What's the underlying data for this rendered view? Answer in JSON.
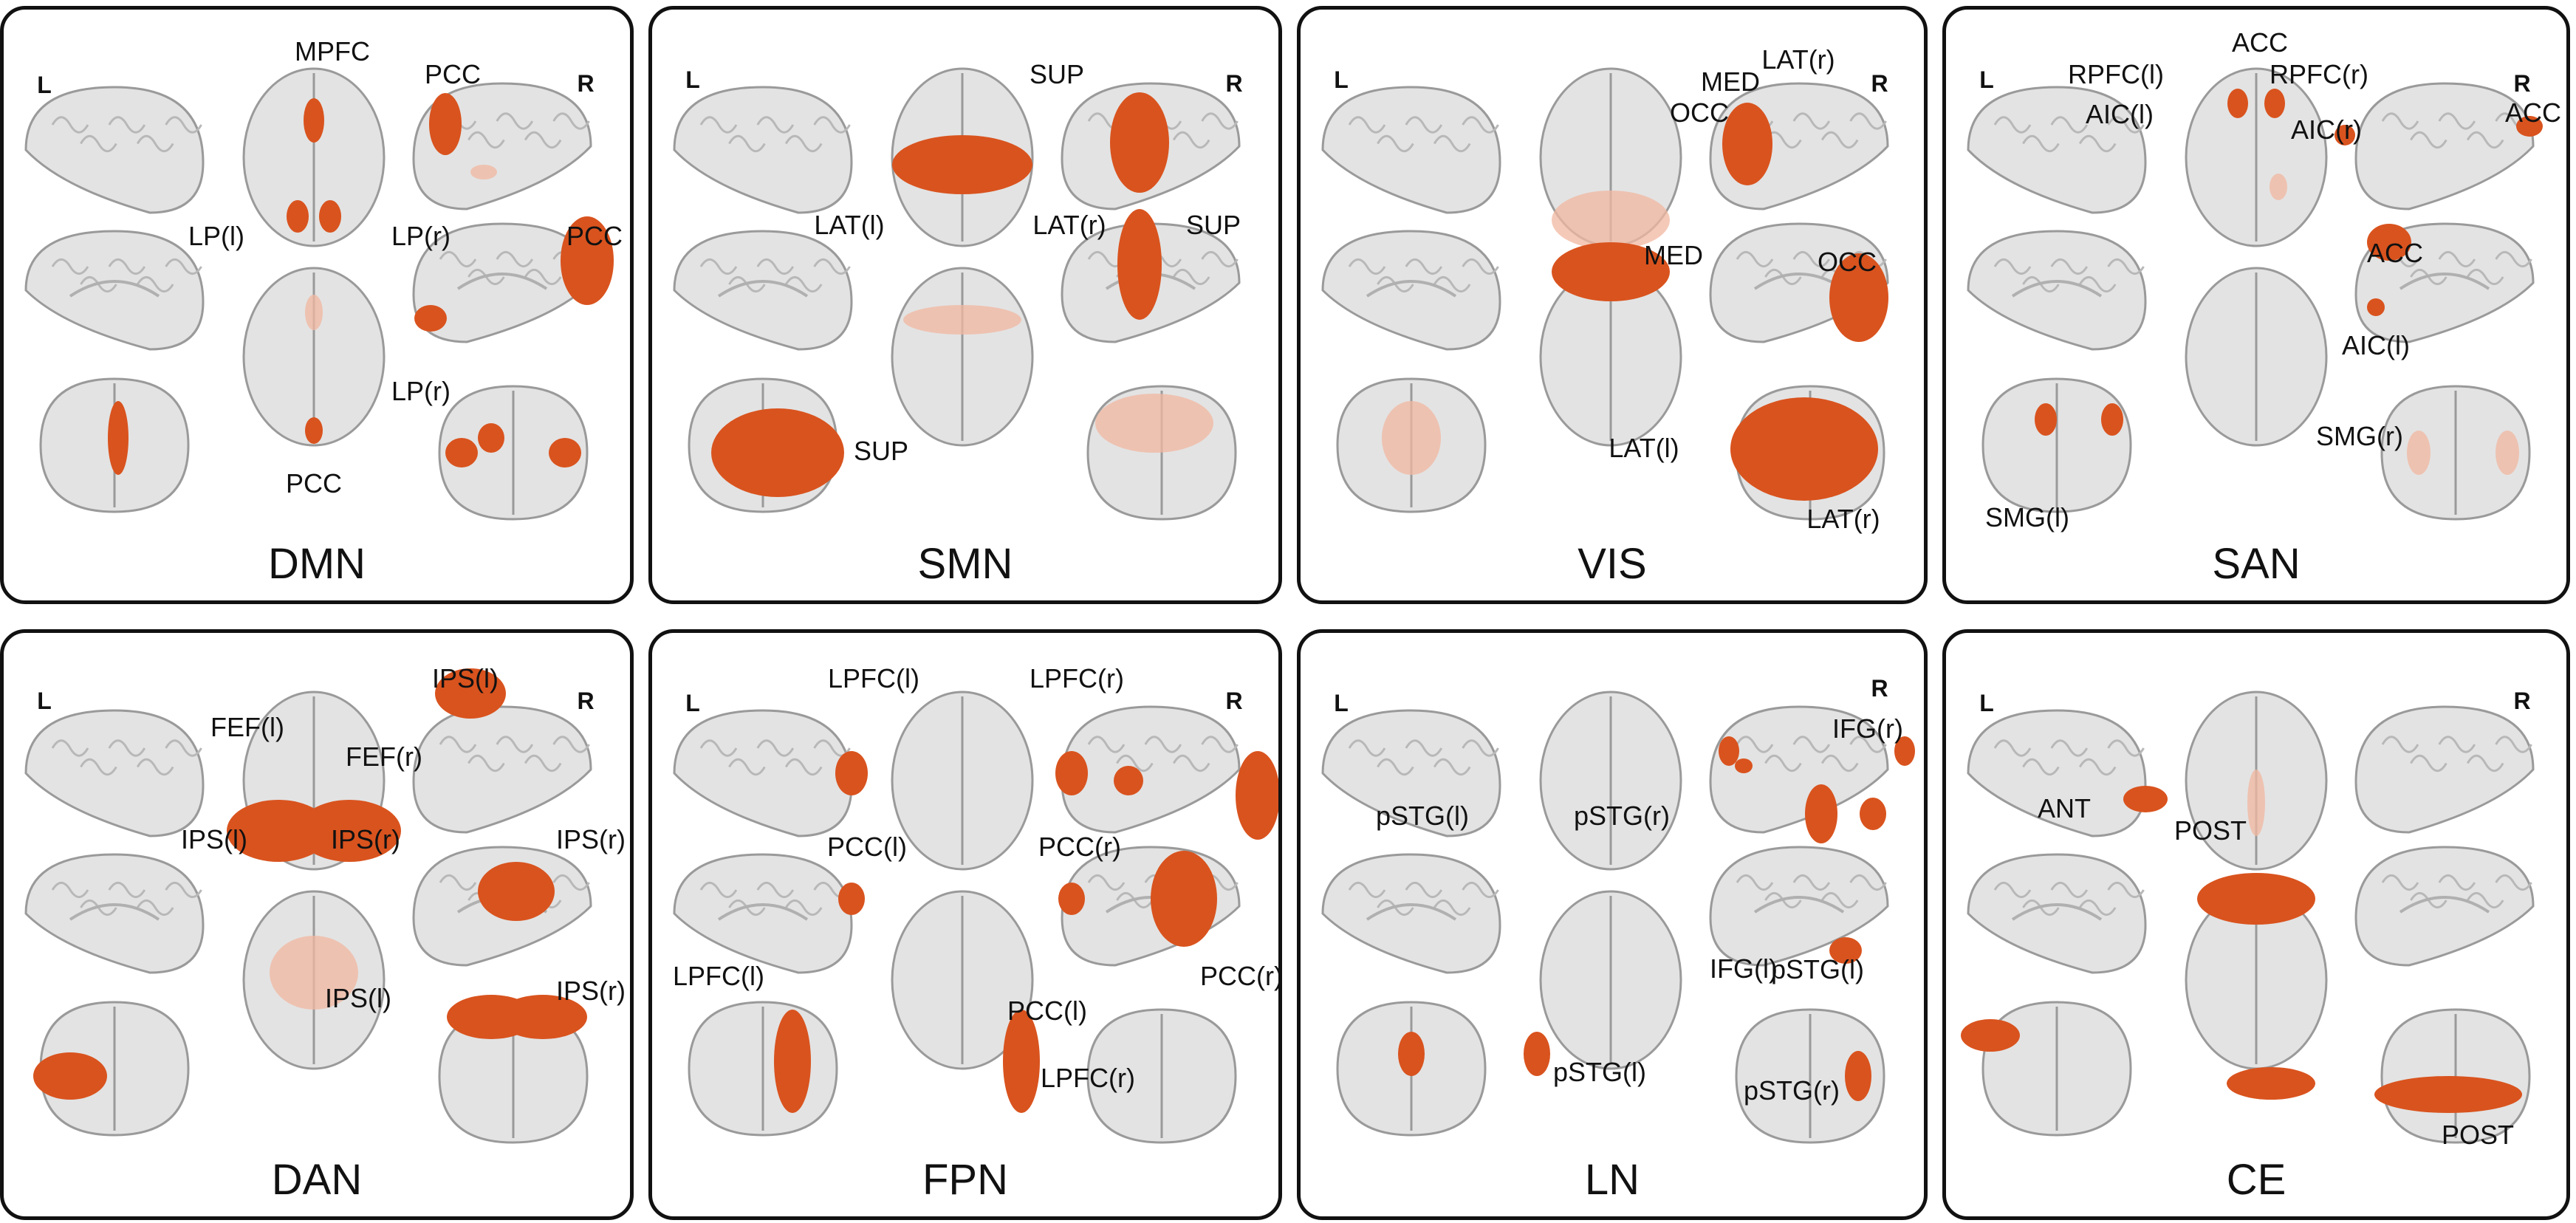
{
  "colors": {
    "activation": "#d9531e",
    "activation_faint": "#f2b7a0",
    "brain": "#e3e3e3",
    "brain_edge": "#9a9a9a",
    "border": "#111111"
  },
  "side_labels": {
    "left": "L",
    "right": "R"
  },
  "panels": [
    {
      "id": "dmn",
      "title": "DMN",
      "labels": [
        "MPFC",
        "PCC",
        "LP(l)",
        "LP(r)",
        "PCC",
        "LP(r)",
        "PCC"
      ]
    },
    {
      "id": "smn",
      "title": "SMN",
      "labels": [
        "SUP",
        "LAT(l)",
        "LAT(r)",
        "SUP",
        "SUP"
      ]
    },
    {
      "id": "vis",
      "title": "VIS",
      "labels": [
        "LAT(r)",
        "MED",
        "OCC",
        "MED",
        "OCC",
        "LAT(l)",
        "LAT(r)"
      ]
    },
    {
      "id": "san",
      "title": "SAN",
      "labels": [
        "ACC",
        "RPFC(l)",
        "RPFC(r)",
        "AIC(l)",
        "AIC(r)",
        "ACC",
        "ACC",
        "AIC(l)",
        "SMG(r)",
        "SMG(l)"
      ]
    },
    {
      "id": "dan",
      "title": "DAN",
      "labels": [
        "IPS(l)",
        "FEF(l)",
        "FEF(r)",
        "IPS(l)",
        "IPS(r)",
        "IPS(r)",
        "IPS(l)",
        "IPS(r)"
      ]
    },
    {
      "id": "fpn",
      "title": "FPN",
      "labels": [
        "LPFC(l)",
        "LPFC(r)",
        "PCC(l)",
        "PCC(r)",
        "LPFC(l)",
        "PCC(l)",
        "PCC(r)",
        "LPFC(r)"
      ]
    },
    {
      "id": "ln",
      "title": "LN",
      "labels": [
        "IFG(r)",
        "pSTG(l)",
        "pSTG(r)",
        "IFG(l)",
        "pSTG(l)",
        "pSTG(l)",
        "pSTG(r)"
      ]
    },
    {
      "id": "ce",
      "title": "CE",
      "labels": [
        "ANT",
        "POST",
        "POST"
      ]
    }
  ]
}
